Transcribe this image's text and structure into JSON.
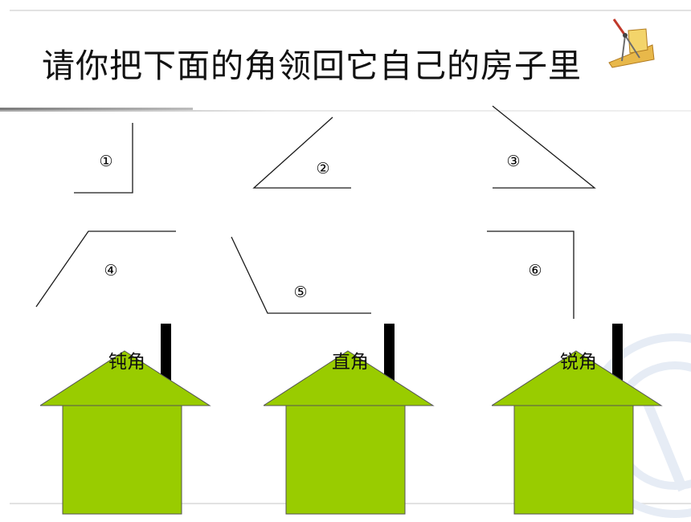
{
  "slide": {
    "title": "请你把下面的角领回它自己的房子里"
  },
  "angles": [
    {
      "number": "①"
    },
    {
      "number": "②"
    },
    {
      "number": "③"
    },
    {
      "number": "④"
    },
    {
      "number": "⑤"
    },
    {
      "number": "⑥"
    }
  ],
  "houses": [
    {
      "label": "钝角"
    },
    {
      "label": "直角"
    },
    {
      "label": "锐角"
    }
  ],
  "colors": {
    "house_fill": "#99cc00",
    "chimney": "#000000",
    "line": "#1a1a1a"
  }
}
